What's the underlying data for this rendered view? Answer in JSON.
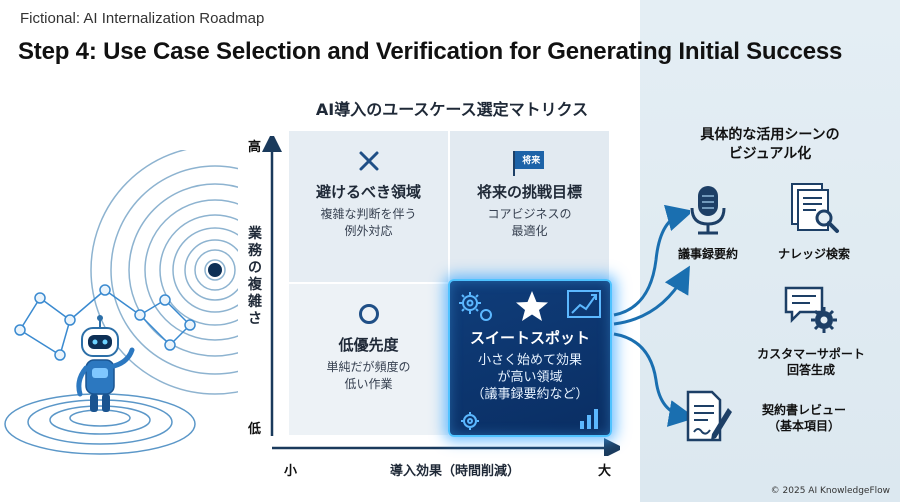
{
  "header": {
    "kicker": "Fictional: AI Internalization Roadmap",
    "title": "Step 4: Use Case Selection and Verification for Generating Initial Success"
  },
  "matrix": {
    "title": "AI導入のユースケース選定マトリクス",
    "y_axis": {
      "label": "業務の複雑さ",
      "high": "高",
      "low": "低"
    },
    "x_axis": {
      "label": "導入効果（時間削減）",
      "low": "小",
      "high": "大"
    },
    "quadrants": {
      "top_left": {
        "head": "避けるべき領域",
        "sub1": "複雑な判断を伴う",
        "sub2": "例外対応",
        "icon": "x-mark-icon"
      },
      "top_right": {
        "head": "将来の挑戦目標",
        "sub1": "コアビジネスの",
        "sub2": "最適化",
        "flag": "将来",
        "icon": "flag-icon"
      },
      "bottom_left": {
        "head": "低優先度",
        "sub1": "単純だが頻度の",
        "sub2": "低い作業",
        "icon": "circle-icon"
      },
      "bottom_right": {
        "head": "スイートスポット",
        "sub1": "小さく始めて効果",
        "sub2": "が高い領域",
        "sub3": "（議事録要約など）",
        "icon": "star-icon",
        "highlight": "#4fc3ff"
      }
    }
  },
  "scenes": {
    "title_line1": "具体的な活用シーンの",
    "title_line2": "ビジュアル化",
    "items": [
      {
        "label": "議事録要約",
        "icon": "microphone-icon"
      },
      {
        "label": "ナレッジ検索",
        "icon": "document-search-icon"
      },
      {
        "label_line1": "カスタマーサポート",
        "label_line2": "回答生成",
        "icon": "chat-gear-icon"
      },
      {
        "label_line1": "契約書レビュー",
        "label_line2": "（基本項目）",
        "icon": "contract-pen-icon"
      }
    ]
  },
  "footer": {
    "copyright": "© 2025 AI KnowledgeFlow"
  },
  "colors": {
    "accent": "#1a6fb0",
    "glow": "#4fc3ff",
    "dark_blue": "#0a2e63",
    "panel": "#e4eef4"
  }
}
